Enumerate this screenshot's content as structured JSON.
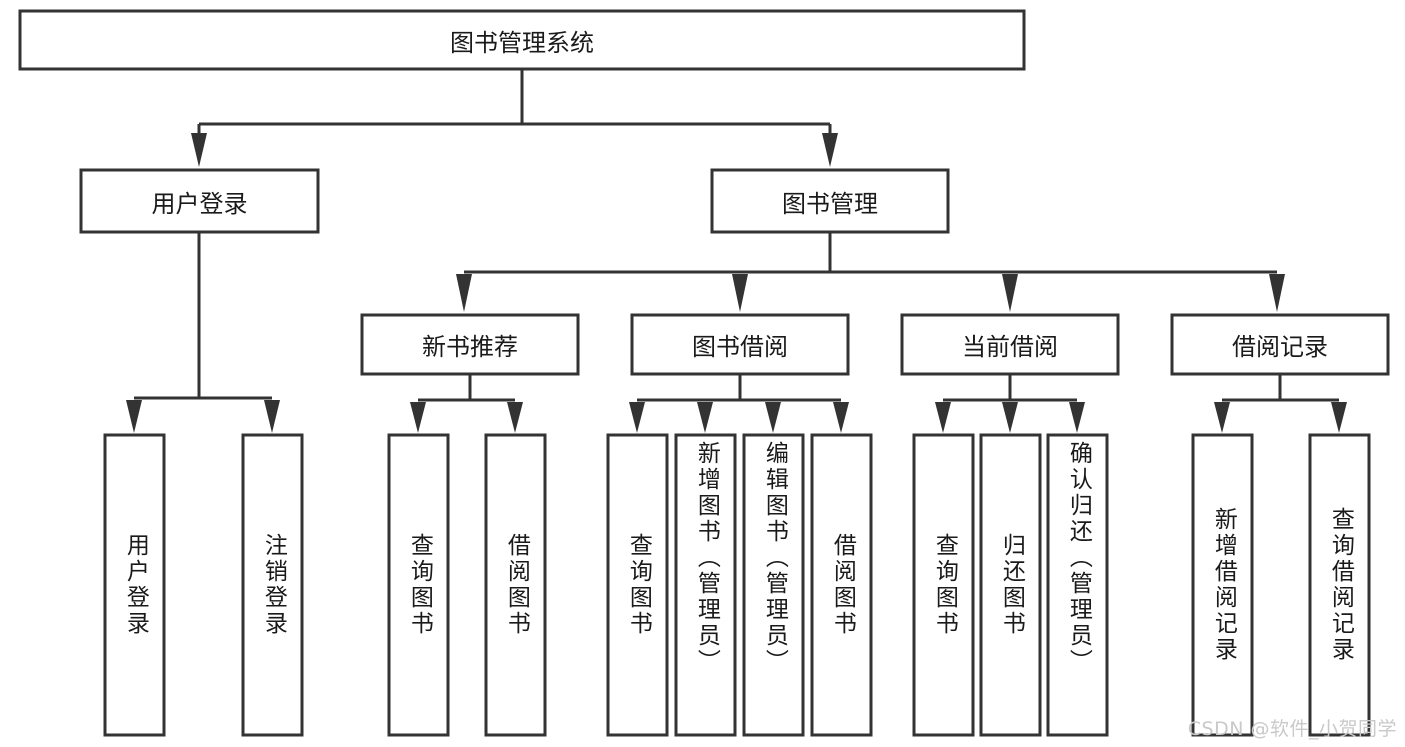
{
  "diagram": {
    "title": "图书管理系统",
    "type": "tree-hierarchy",
    "root": {
      "label": "图书管理系统"
    },
    "level2": [
      {
        "label": "用户登录"
      },
      {
        "label": "图书管理"
      }
    ],
    "level3": [
      {
        "label": "新书推荐"
      },
      {
        "label": "图书借阅"
      },
      {
        "label": "当前借阅"
      },
      {
        "label": "借阅记录"
      }
    ],
    "leaves": {
      "user_login": [
        {
          "label": "用户登录"
        },
        {
          "label": "注销登录"
        }
      ],
      "new_book_recommend": [
        {
          "label": "查询图书"
        },
        {
          "label": "借阅图书"
        }
      ],
      "book_borrow": [
        {
          "label": "查询图书"
        },
        {
          "label": "新增图书（管理员）"
        },
        {
          "label": "编辑图书（管理员）"
        },
        {
          "label": "借阅图书"
        }
      ],
      "current_borrow": [
        {
          "label": "查询图书"
        },
        {
          "label": "归还图书"
        },
        {
          "label": "确认归还（管理员）"
        }
      ],
      "borrow_record": [
        {
          "label": "新增借阅记录"
        },
        {
          "label": "查询借阅记录"
        }
      ]
    }
  },
  "watermark": {
    "text": "CSDN @软件_小贺同学"
  },
  "colors": {
    "stroke": "#333333",
    "box_fill": "#ffffff",
    "text": "#1a1a1a",
    "watermark": "#c9c9c9",
    "background": "#ffffff"
  }
}
